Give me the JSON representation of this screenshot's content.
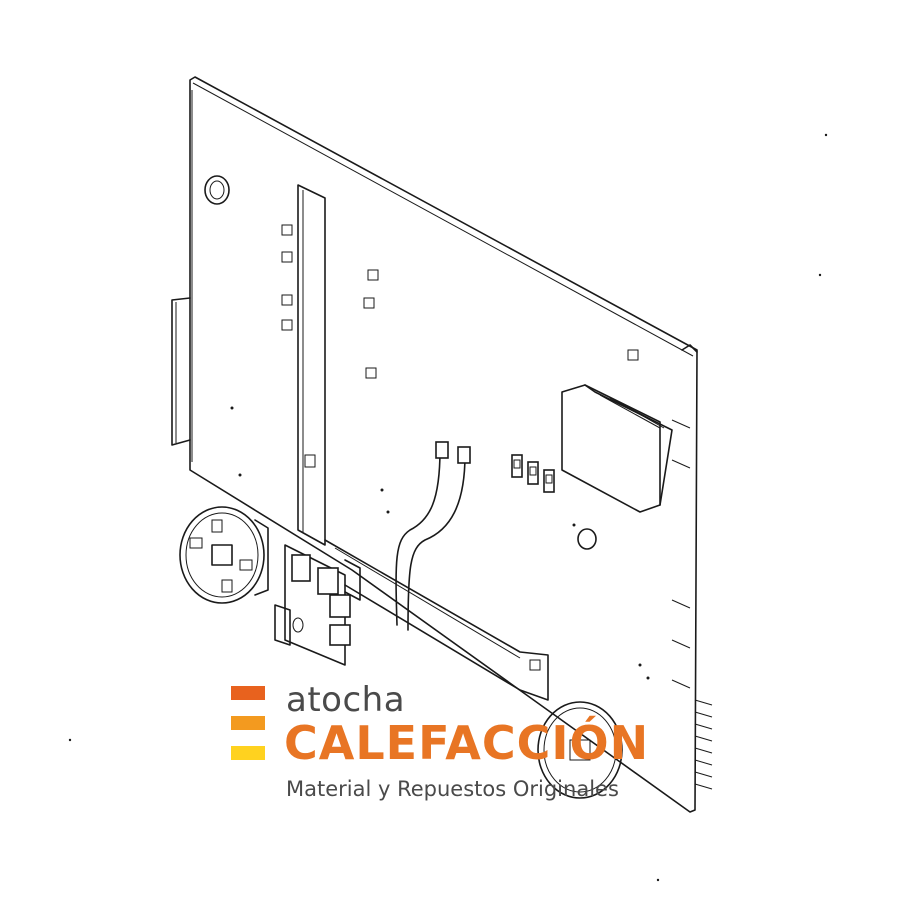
{
  "logo": {
    "line1": "atocha",
    "line2": "CALEFACCIÓN",
    "tagline": "Material y Repuestos Originales",
    "colors": {
      "bar_top": "#e8621e",
      "bar_mid": "#f39a1f",
      "bar_bottom": "#ffd21f",
      "text_orange": "#e87524",
      "text_gray": "#4a4a4a"
    }
  }
}
